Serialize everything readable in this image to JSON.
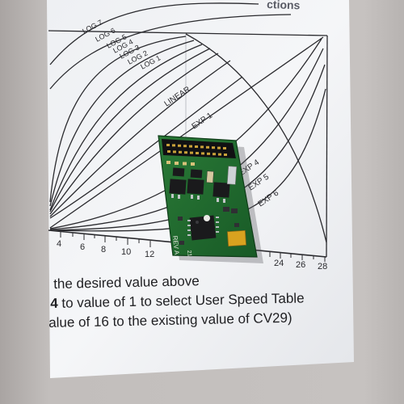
{
  "chart": {
    "title_fragment": "ctions",
    "curve_labels": [
      "LOG 7",
      "LOG 6",
      "LOG 5",
      "LOG 4",
      "LOG 3",
      "LOG 2",
      "LOG 1",
      "LINEAR",
      "EXP 1",
      "EXP 4",
      "EXP 5",
      "EXP 6"
    ],
    "axis_ticks": [
      "4",
      "6",
      "8",
      "10",
      "12",
      "24",
      "26",
      "28"
    ]
  },
  "board": {
    "silkscreen_rev": "REV A",
    "silkscreen_num": "21"
  },
  "text_lines": {
    "line1": "the desired value above",
    "line2_bold": "4",
    "line2_rest": " to value of 1 to select User Speed Table",
    "line3": "alue of 16 to the existing value of CV29)"
  },
  "colors": {
    "paper": "#f3f4f6",
    "background": "#b9b5b3",
    "pcb": "#1f6b2e",
    "chip": "#1a1a1c",
    "capacitor": "#d9a21f",
    "pin": "#c9a23a"
  }
}
